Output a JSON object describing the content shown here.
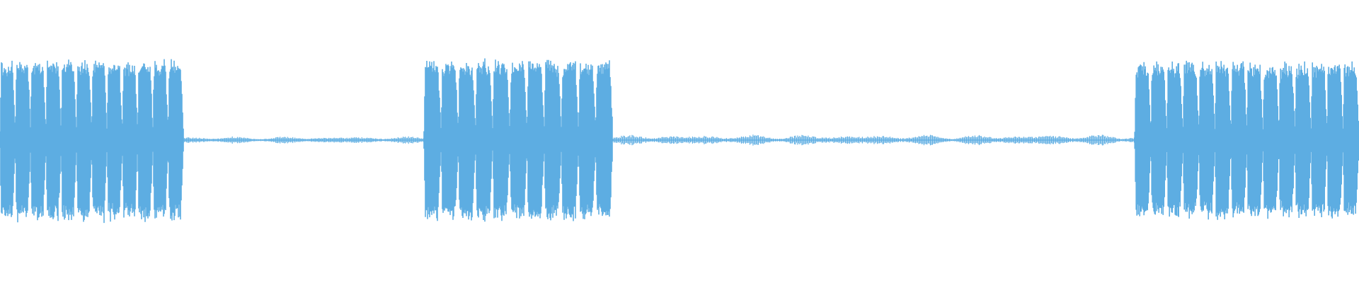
{
  "waveform": {
    "color": "#5dade2",
    "background": "#ffffff",
    "duration_fraction_total": 1.0,
    "segments": [
      {
        "kind": "burst",
        "start": 0.0,
        "end": 0.135,
        "amplitude": 0.68,
        "pulses": 12
      },
      {
        "kind": "quiet",
        "start": 0.135,
        "end": 0.312,
        "amplitude": 0.035
      },
      {
        "kind": "burst",
        "start": 0.312,
        "end": 0.451,
        "amplitude": 0.68,
        "pulses": 11
      },
      {
        "kind": "quiet",
        "start": 0.451,
        "end": 0.835,
        "amplitude": 0.05
      },
      {
        "kind": "burst",
        "start": 0.835,
        "end": 1.0,
        "amplitude": 0.66,
        "pulses": 14
      }
    ]
  }
}
